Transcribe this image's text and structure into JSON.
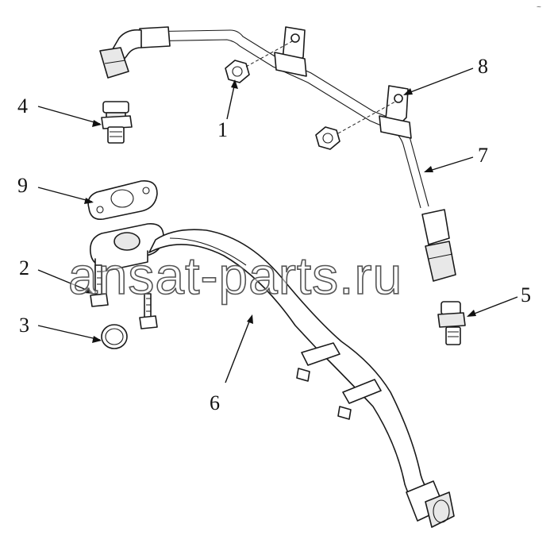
{
  "diagram": {
    "callouts": [
      {
        "id": "1",
        "label": "1"
      },
      {
        "id": "2",
        "label": "2"
      },
      {
        "id": "3",
        "label": "3"
      },
      {
        "id": "4",
        "label": "4"
      },
      {
        "id": "5",
        "label": "5"
      },
      {
        "id": "6",
        "label": "6"
      },
      {
        "id": "7",
        "label": "7"
      },
      {
        "id": "8",
        "label": "8"
      },
      {
        "id": "9",
        "label": "9"
      }
    ],
    "watermark": "ansat-parts.ru",
    "corner_mark": "~"
  }
}
